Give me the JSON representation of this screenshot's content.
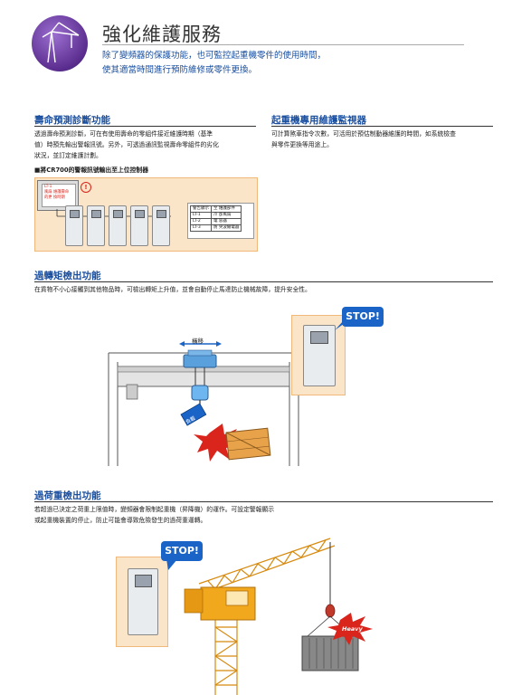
{
  "header": {
    "title": "強化維護服務",
    "intro_line1": "除了變頻器的保護功能，也可監控起重機零件的使用時間，",
    "intro_line2": "使其適當時間進行預防維修或零件更換。"
  },
  "life_prediction": {
    "title": "壽命預測診斷功能",
    "body_line1": "透過壽命預測診斷，可在有使用壽命的零組件接近維護時期（基準",
    "body_line2": "值）時預先輸出警報訊號。另外，可透過通訊監視壽命零組件的劣化",
    "body_line3": "狀況，並訂定維護計劃。",
    "note": "■將CR700的警報訊號輸出至上位控制器",
    "alarm_box_line1": "LT-1",
    "alarm_box_line2": "風扇 維護壽命",
    "alarm_box_line3": "的更 換時期",
    "alert_mark": "!",
    "table_headers": [
      "警告顯示",
      "至 維護部件"
    ],
    "table_rows": [
      [
        "LT-1",
        "冷 卻風扇"
      ],
      [
        "LT-2",
        "電 容器"
      ],
      [
        "LT-3",
        "防 突波繼電器"
      ]
    ]
  },
  "crane_maintenance": {
    "title": "起重機專用維護監視器",
    "body_line1": "可計算煞車指令次數，可活用於預估制動器維護的時間，如系統檢查",
    "body_line2": "與零件更換等用途上。"
  },
  "over_torque": {
    "title": "過轉矩檢出功能",
    "body": "在貨物不小心接觸到其他物品時，可檢出轉矩上升值，並會自動停止馬達防止機械故障，提升安全性。",
    "traverse_label": "橫移",
    "stop_label": "STOP!",
    "load_label": "負載"
  },
  "overload": {
    "title": "過荷重檢出功能",
    "body_line1": "若超過已決定之荷重上限值時，變頻器會限制起重機（昇降機）的運作。可設定警報顯示",
    "body_line2": "或起重機裝置的停止，防止可能會導致危險發生的過荷重運轉。",
    "stop_label": "STOP!",
    "heavy_label": "Heavy"
  },
  "colors": {
    "accent_blue": "#1a4fa0",
    "stop_blue": "#1a64c8",
    "panel_bg": "#fbe5c8",
    "crane_yellow": "#f2a81d",
    "alert_red": "#d9251c"
  }
}
